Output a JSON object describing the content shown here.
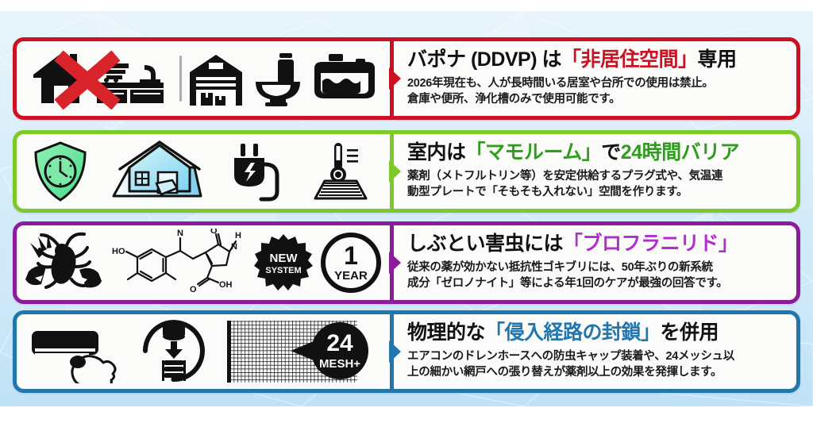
{
  "background": {
    "band_color": "#cfe9f8",
    "page_color": "#ffffff"
  },
  "rows": [
    {
      "id": "row-vaponaddvp",
      "border_color": "#cc1122",
      "accent_color": "#cc1122",
      "headline": {
        "before": "バポナ (DDVP) は",
        "highlight": "「非居住空間」",
        "after": "専用"
      },
      "body_lines": [
        "2026年現在も、人が長時間いる居室や台所での使用は禁止。",
        "倉庫や便所、浄化槽のみで使用可能です。"
      ],
      "icons": [
        {
          "name": "house-kitchen-prohibited-icon",
          "label": "house-kitchen-with-red-x"
        },
        {
          "name": "divider",
          "label": "vertical-divider"
        },
        {
          "name": "warehouse-icon",
          "label": "warehouse"
        },
        {
          "name": "toilet-icon",
          "label": "toilet"
        },
        {
          "name": "septic-tank-icon",
          "label": "septic-tank"
        }
      ]
    },
    {
      "id": "row-mamoroom",
      "border_color": "#7ec92a",
      "accent_color": "#2f9e1e",
      "headline": {
        "before": "室内は",
        "highlight": "「マモルーム」",
        "after": "で",
        "after2": "24時間バリア"
      },
      "body_lines": [
        "薬剤（メトフルトリン等）を安定供給するプラグ式や、気温連",
        "動型プレートで「そもそも入れない」空間を作ります。"
      ],
      "icons": [
        {
          "name": "shield-clock-icon",
          "label": "24h-protection-shield"
        },
        {
          "name": "house-interior-icon",
          "label": "house-interior"
        },
        {
          "name": "power-plug-icon",
          "label": "electric-plug"
        },
        {
          "name": "thermometer-plate-icon",
          "label": "temperature-linked-plate"
        }
      ]
    },
    {
      "id": "row-broflanilide",
      "border_color": "#8e1a9c",
      "accent_color": "#b02ec9",
      "headline": {
        "before": "しぶとい害虫には",
        "highlight": "「ブロフラニリド」",
        "after": ""
      },
      "body_lines": [
        "従来の薬が効かない抵抗性ゴキブリには、50年ぶりの新系統",
        "成分「ゼロノナイト」等による年1回のケアが最強の回答です。"
      ],
      "icons": [
        {
          "name": "cockroach-breaking-icon",
          "label": "resistant-cockroach"
        },
        {
          "name": "chemical-structure-icon",
          "label": "molecule-structure"
        },
        {
          "name": "new-system-badge-icon",
          "label": "new-system-starburst"
        },
        {
          "name": "one-year-badge-icon",
          "label": "1-year-circle"
        }
      ],
      "badges": {
        "new_system_line1": "NEW",
        "new_system_line2": "SYSTEM",
        "one_year_number": "1",
        "one_year_label": "YEAR"
      },
      "chem_labels": {
        "ho": "HO",
        "n_methyl": "N",
        "nh": "H",
        "n2": "N",
        "oh": "OH",
        "o": "O"
      }
    },
    {
      "id": "row-physical-block",
      "border_color": "#2176ae",
      "accent_color": "#2176ae",
      "headline": {
        "before": "物理的な",
        "highlight": "「侵入経路の封鎖」",
        "after": "を併用"
      },
      "body_lines": [
        "エアコンのドレンホースへの防虫キャップ装着や、24メッシュ以",
        "上の細かい網戸への張り替えが薬剤以上の効果を発揮します。"
      ],
      "icons": [
        {
          "name": "aircon-hand-icon",
          "label": "air-conditioner-with-hand"
        },
        {
          "name": "drain-cap-icon",
          "label": "drain-hose-cap"
        },
        {
          "name": "window-mesh-icon",
          "label": "fine-window-screen"
        }
      ],
      "badges": {
        "mesh_number": "24",
        "mesh_label": "MESH+"
      }
    }
  ]
}
